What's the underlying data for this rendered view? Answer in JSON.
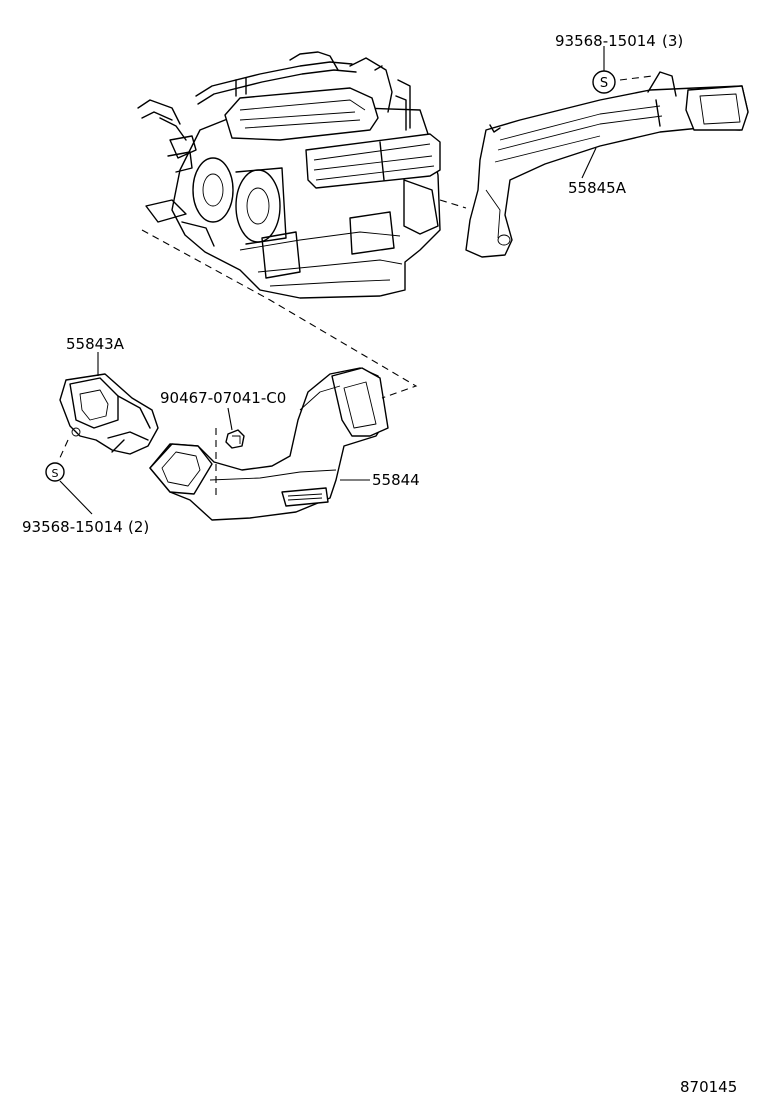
{
  "parts": {
    "screw_top": {
      "number": "93568-15014",
      "qty": "(3)"
    },
    "duct_rear_upper": {
      "number": "55845A"
    },
    "duct_front": {
      "number": "55843A"
    },
    "clip": {
      "number": "90467-07041-C0"
    },
    "duct_lower": {
      "number": "55844"
    },
    "screw_bottom": {
      "number": "93568-15014",
      "qty": "(2)"
    }
  },
  "screw_symbol": "S",
  "figure_code": "870145"
}
